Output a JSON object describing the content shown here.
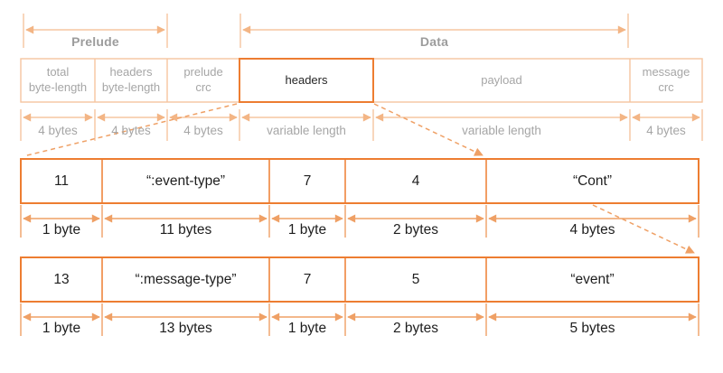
{
  "top": {
    "prelude_label": "Prelude",
    "data_label": "Data"
  },
  "message_structure": {
    "fields": [
      {
        "label": "total\nbyte-length",
        "size": "4 bytes"
      },
      {
        "label": "headers\nbyte-length",
        "size": "4 bytes"
      },
      {
        "label": "prelude\ncrc",
        "size": "4 bytes"
      },
      {
        "label": "headers",
        "size": "variable length"
      },
      {
        "label": "payload",
        "size": "variable length"
      },
      {
        "label": "message\ncrc",
        "size": "4 bytes"
      }
    ]
  },
  "header_examples": [
    {
      "cells": [
        {
          "value": "11",
          "size": "1 byte"
        },
        {
          "value": "“:event-type”",
          "size": "11 bytes"
        },
        {
          "value": "7",
          "size": "1 byte"
        },
        {
          "value": "4",
          "size": "2 bytes"
        },
        {
          "value": "“Cont”",
          "size": "4 bytes"
        }
      ]
    },
    {
      "cells": [
        {
          "value": "13",
          "size": "1 byte"
        },
        {
          "value": "“:message-type”",
          "size": "13 bytes"
        },
        {
          "value": "7",
          "size": "1 byte"
        },
        {
          "value": "5",
          "size": "2 bytes"
        },
        {
          "value": "“event”",
          "size": "5 bytes"
        }
      ]
    }
  ],
  "colors": {
    "accent_strong": "#ED7D31",
    "accent_mid": "#EFA065",
    "accent_faint": "#F6C5A0",
    "text_gray": "#A6A6A6",
    "text_dark": "#1E1E1E"
  }
}
